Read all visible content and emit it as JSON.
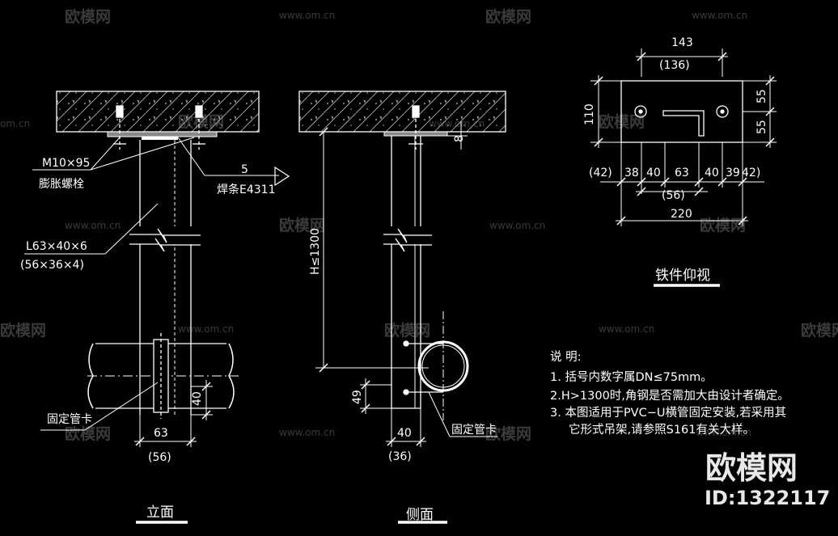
{
  "watermark": {
    "site": "www.om.cn",
    "short": "om.cn",
    "brand": "欧模网"
  },
  "brand_logo": {
    "name": "欧模网",
    "id": "ID:1322117"
  },
  "views": {
    "elevation": {
      "title": "立面",
      "bolt_label": "M10×95",
      "bolt_name": "膨胀螺栓",
      "weld_size": "5",
      "weld_label": "焊条E4311",
      "angle_label": "L63×40×6",
      "angle_label_small": "(56×36×4)",
      "clamp_label": "固定管卡",
      "dim_40": "40",
      "dim_63": "63",
      "dim_56": "(56)"
    },
    "side": {
      "title": "侧面",
      "height_label": "H≤1300",
      "dim_8": "8",
      "dim_49": "49",
      "dim_40": "40",
      "dim_36": "(36)",
      "clamp_label": "固定管卡"
    },
    "plan": {
      "title": "铁件仰视",
      "dim_top": "143",
      "dim_top_small": "(136)",
      "dim_height": "110",
      "dim_right_top": "55",
      "dim_right_bottom": "55",
      "dims_bottom": [
        "(42)",
        "38",
        "40",
        "63",
        "40",
        "39",
        "42)"
      ],
      "dim_56": "(56)",
      "dim_total": "220"
    }
  },
  "notes": {
    "heading": "说  明:",
    "lines": [
      "1. 括号内数字属DN≤75mm。",
      "2.H>1300时,角钢是否需加大由设计者确定。",
      "3. 本图适用于PVC−U横管固定安装,若采用其",
      "它形式吊架,请参照S161有关大样。"
    ]
  }
}
